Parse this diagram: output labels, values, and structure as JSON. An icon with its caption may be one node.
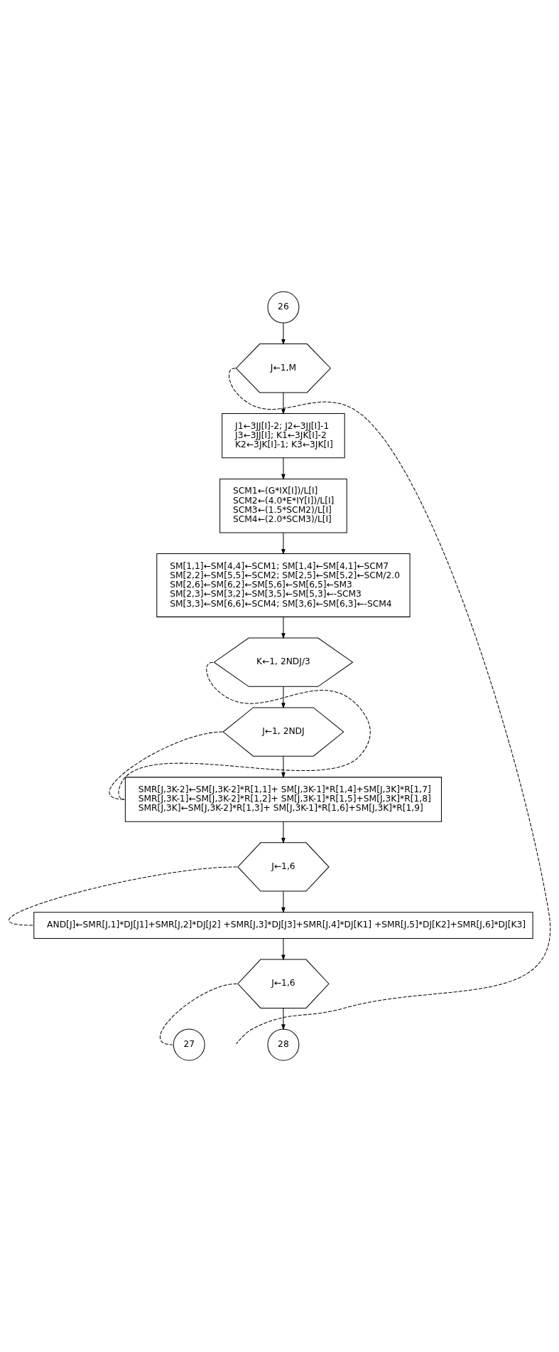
{
  "diagram": {
    "nodes": [
      {
        "text": [
          "26"
        ]
      },
      {
        "text": [
          "J←1,M"
        ]
      },
      {
        "text": [
          "J1←3JJ[I]-2; J2←3JJ[I]-1",
          "J3←3JJ[I]; K1←3JK[I]-2",
          "K2←3JK[I]-1; K3←3JK[I]"
        ]
      },
      {
        "text": [
          "SCM1←(G*IX[I])/L[I]",
          "SCM2←(4.0*E*IY[I])/L[I]",
          "SCM3←(1.5*SCM2)/L[I]",
          "SCM4←(2.0*SCM3)/L[I]"
        ]
      },
      {
        "text": [
          "SM[1,1]←SM[4,4]←SCM1; SM[1,4]←SM[4,1]←SCM7",
          "SM[2,2]←SM[5,5]←SCM2; SM[2,5]←SM[5,2]←SCM/2.0",
          "SM[2,6]←SM[6,2]←SM[5,6]←SM[6,5]←SM3",
          "SM[2,3]←SM[3,2]←SM[3,5]←SM[5,3]←-SCM3",
          "SM[3,3]←SM[6,6]←SCM4; SM[3,6]←SM[6,3]←-SCM4"
        ]
      },
      {
        "text": [
          "K←1, 2NDJ/3"
        ]
      },
      {
        "text": [
          "J←1, 2NDJ"
        ]
      },
      {
        "text": [
          "SMR[J,3K-2]←SM[J,3K-2]*R[1,1]+ SM[J,3K-1]*R[1,4]+SM[J,3K]*R[1,7]",
          "SMR[J,3K-1]←SM[J,3K-2]*R[1,2]+ SM[J,3K-1]*R[1,5]+SM[J,3K]*R[1,8]",
          "SMR[J,3K]←SM[J,3K-2]*R[1,3]+ SM[J,3K-1]*R[1,6]+SM[J,3K]*R[1,9]"
        ]
      },
      {
        "text": [
          "J←1,6"
        ]
      },
      {
        "text": [
          "AND[J]←SMR[J,1]*DJ[J1]+SMR[J,2]*DJ[J2] +SMR[J,3]*DJ[J3]+SMR[J,4]*DJ[K1] +SMR[J,5]*DJ[K2]+SMR[J,6]*DJ[K3]"
        ]
      },
      {
        "text": [
          "J←1,6"
        ]
      },
      {
        "text": [
          "27"
        ]
      },
      {
        "text": [
          "28"
        ]
      }
    ],
    "edges": [
      {
        "from": 0,
        "to": 1,
        "arrow": "to"
      },
      {
        "from": 1,
        "to": 2,
        "arrow": "to"
      },
      {
        "from": 2,
        "to": 3,
        "arrow": "to"
      },
      {
        "from": 3,
        "to": 4,
        "arrow": "to"
      },
      {
        "from": 4,
        "to": 5,
        "arrow": "to"
      },
      {
        "from": 5,
        "to": 6,
        "arrow": "to"
      },
      {
        "from": 6,
        "to": 7,
        "arrow": "to"
      },
      {
        "from": 7,
        "to": 8,
        "arrow": "to"
      },
      {
        "from": 8,
        "to": 9,
        "arrow": "to"
      },
      {
        "from": 9,
        "to": 10,
        "arrow": "to"
      },
      {
        "from": 10,
        "to": 12,
        "arrow": "to"
      },
      {
        "from": 1,
        "to": null,
        "arrow": "none",
        "style": "dashed"
      },
      {
        "from": 5,
        "to": 7,
        "arrow": "none",
        "style": "dashed"
      },
      {
        "from": 6,
        "to": 7,
        "arrow": "none",
        "style": "dashed"
      },
      {
        "from": 8,
        "to": 9,
        "arrow": "none",
        "style": "dashed"
      },
      {
        "from": 10,
        "to": 11,
        "arrow": "none",
        "style": "dashed"
      }
    ]
  }
}
